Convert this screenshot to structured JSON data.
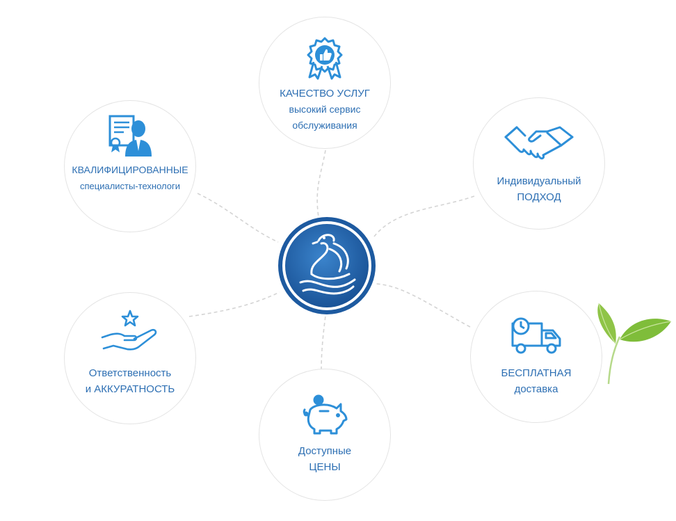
{
  "colors": {
    "accent": "#2d8fd8",
    "text": "#2d6fb3",
    "circle_border": "#e4e4e4",
    "logo_blue": "#1c5ca6",
    "leaf_green": "#7fc13a"
  },
  "center_logo": {
    "icon": "swan-logo"
  },
  "features": {
    "quality": {
      "icon": "award-thumbs-up-icon",
      "line1": "КАЧЕСТВО УСЛУГ",
      "line2": "высокий сервис",
      "line3": "обслуживания"
    },
    "qualified": {
      "icon": "certified-specialist-icon",
      "line1": "КВАЛИФИЦИРОВАННЫЕ",
      "line2": "специалисты-технологи"
    },
    "individual": {
      "icon": "handshake-icon",
      "line1": "Индивидуальный",
      "line2": "ПОДХОД"
    },
    "responsibility": {
      "icon": "hand-star-icon",
      "line1": "Ответственность",
      "line2": "и АККУРАТНОСТЬ"
    },
    "delivery": {
      "icon": "delivery-truck-icon",
      "line1": "БЕСПЛАТНАЯ",
      "line2": "доставка"
    },
    "prices": {
      "icon": "piggy-bank-icon",
      "line1": "Доступные",
      "line2": "ЦЕНЫ"
    }
  }
}
